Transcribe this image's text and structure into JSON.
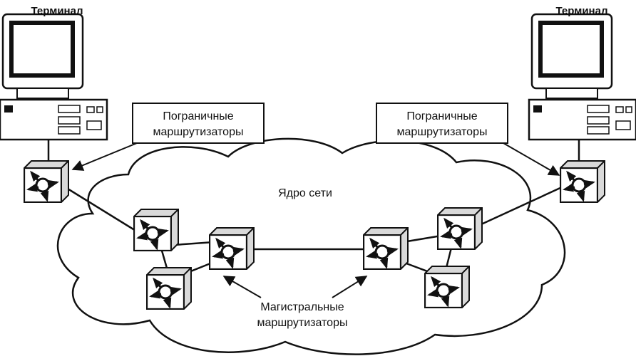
{
  "terminal_left_label": "Терминал",
  "terminal_right_label": "Терминал",
  "edge_routers_left": [
    "Пограничные",
    "маршрутизаторы"
  ],
  "edge_routers_right": [
    "Пограничные",
    "маршрутизаторы"
  ],
  "core_label": "Ядро сети",
  "backbone_routers": [
    "Магистральные",
    "маршрутизаторы"
  ],
  "icons": {
    "terminal": "computer-terminal-icon",
    "router": "router-icon"
  }
}
